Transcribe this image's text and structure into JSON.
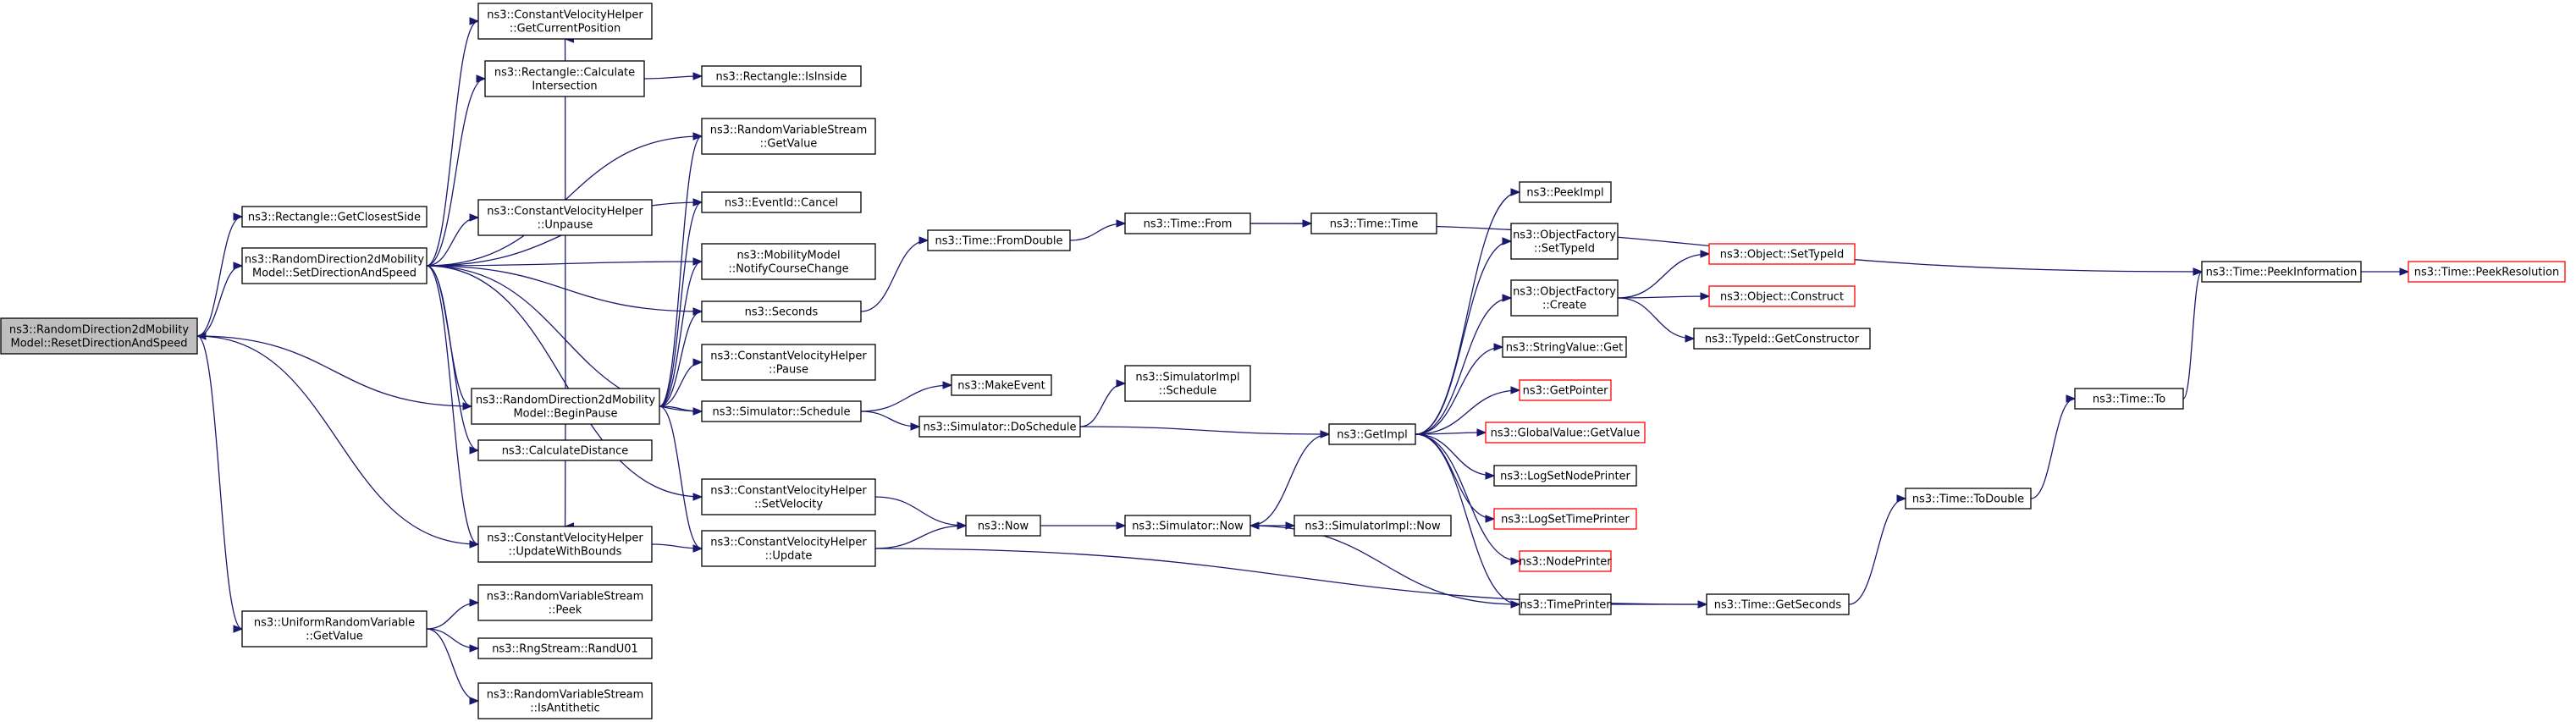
{
  "diagram": {
    "title": "",
    "colors": {
      "edge": "#191970",
      "root_fill": "#bfbfbf",
      "node_border": "#000000",
      "truncated_border": "#ff0000"
    },
    "nodes": [
      {
        "id": "root",
        "lines": [
          "ns3::RandomDirection2dMobility",
          "Model::ResetDirectionAndSpeed"
        ],
        "style": "root"
      },
      {
        "id": "getClosestSide",
        "lines": [
          "ns3::Rectangle::GetClosestSide"
        ]
      },
      {
        "id": "setDirSpeed",
        "lines": [
          "ns3::RandomDirection2dMobility",
          "Model::SetDirectionAndSpeed"
        ]
      },
      {
        "id": "urvGetValue",
        "lines": [
          "ns3::UniformRandomVariable",
          "::GetValue"
        ]
      },
      {
        "id": "cvhGetCurPos",
        "lines": [
          "ns3::ConstantVelocityHelper",
          "::GetCurrentPosition"
        ]
      },
      {
        "id": "rectCalcInt",
        "lines": [
          "ns3::Rectangle::Calculate",
          "Intersection"
        ]
      },
      {
        "id": "cvhUnpause",
        "lines": [
          "ns3::ConstantVelocityHelper",
          "::Unpause"
        ]
      },
      {
        "id": "beginPause",
        "lines": [
          "ns3::RandomDirection2dMobility",
          "Model::BeginPause"
        ]
      },
      {
        "id": "calcDistance",
        "lines": [
          "ns3::CalculateDistance"
        ]
      },
      {
        "id": "cvhUpdWB",
        "lines": [
          "ns3::ConstantVelocityHelper",
          "::UpdateWithBounds"
        ]
      },
      {
        "id": "rvsPeek",
        "lines": [
          "ns3::RandomVariableStream",
          "::Peek"
        ]
      },
      {
        "id": "randU01",
        "lines": [
          "ns3::RngStream::RandU01"
        ]
      },
      {
        "id": "rvsIsAnti",
        "lines": [
          "ns3::RandomVariableStream",
          "::IsAntithetic"
        ]
      },
      {
        "id": "rectIsInside",
        "lines": [
          "ns3::Rectangle::IsInside"
        ]
      },
      {
        "id": "rvsGetValue",
        "lines": [
          "ns3::RandomVariableStream",
          "::GetValue"
        ]
      },
      {
        "id": "eventCancel",
        "lines": [
          "ns3::EventId::Cancel"
        ]
      },
      {
        "id": "notifyCC",
        "lines": [
          "ns3::MobilityModel",
          "::NotifyCourseChange"
        ]
      },
      {
        "id": "seconds",
        "lines": [
          "ns3::Seconds"
        ]
      },
      {
        "id": "cvhPause",
        "lines": [
          "ns3::ConstantVelocityHelper",
          "::Pause"
        ]
      },
      {
        "id": "simSchedule",
        "lines": [
          "ns3::Simulator::Schedule"
        ]
      },
      {
        "id": "cvhSetVel",
        "lines": [
          "ns3::ConstantVelocityHelper",
          "::SetVelocity"
        ]
      },
      {
        "id": "cvhUpdate",
        "lines": [
          "ns3::ConstantVelocityHelper",
          "::Update"
        ]
      },
      {
        "id": "timeFromDouble",
        "lines": [
          "ns3::Time::FromDouble"
        ]
      },
      {
        "id": "makeEvent",
        "lines": [
          "ns3::MakeEvent"
        ]
      },
      {
        "id": "simDoSchedule",
        "lines": [
          "ns3::Simulator::DoSchedule"
        ]
      },
      {
        "id": "now",
        "lines": [
          "ns3::Now"
        ]
      },
      {
        "id": "timeFrom",
        "lines": [
          "ns3::Time::From"
        ]
      },
      {
        "id": "simImplSchedule",
        "lines": [
          "ns3::SimulatorImpl",
          "::Schedule"
        ]
      },
      {
        "id": "simNow",
        "lines": [
          "ns3::Simulator::Now"
        ]
      },
      {
        "id": "timeTime",
        "lines": [
          "ns3::Time::Time"
        ]
      },
      {
        "id": "simImplNow",
        "lines": [
          "ns3::SimulatorImpl::Now"
        ]
      },
      {
        "id": "getImpl",
        "lines": [
          "ns3::GetImpl"
        ]
      },
      {
        "id": "peekImpl",
        "lines": [
          "ns3::PeekImpl"
        ]
      },
      {
        "id": "ofSetTypeId",
        "lines": [
          "ns3::ObjectFactory",
          "::SetTypeId"
        ]
      },
      {
        "id": "ofCreate",
        "lines": [
          "ns3::ObjectFactory",
          "::Create"
        ]
      },
      {
        "id": "svGet",
        "lines": [
          "ns3::StringValue::Get"
        ]
      },
      {
        "id": "getPointer",
        "lines": [
          "ns3::GetPointer"
        ],
        "style": "red"
      },
      {
        "id": "gvGetValue",
        "lines": [
          "ns3::GlobalValue::GetValue"
        ],
        "style": "red"
      },
      {
        "id": "logSetNP",
        "lines": [
          "ns3::LogSetNodePrinter"
        ]
      },
      {
        "id": "logSetTP",
        "lines": [
          "ns3::LogSetTimePrinter"
        ],
        "style": "red"
      },
      {
        "id": "nodePrinter",
        "lines": [
          "ns3::NodePrinter"
        ],
        "style": "red"
      },
      {
        "id": "timePrinter",
        "lines": [
          "ns3::TimePrinter"
        ]
      },
      {
        "id": "objSetTypeId",
        "lines": [
          "ns3::Object::SetTypeId"
        ],
        "style": "red"
      },
      {
        "id": "objConstruct",
        "lines": [
          "ns3::Object::Construct"
        ],
        "style": "red"
      },
      {
        "id": "tidGetCtor",
        "lines": [
          "ns3::TypeId::GetConstructor"
        ]
      },
      {
        "id": "timeGetSeconds",
        "lines": [
          "ns3::Time::GetSeconds"
        ]
      },
      {
        "id": "timeToDouble",
        "lines": [
          "ns3::Time::ToDouble"
        ]
      },
      {
        "id": "timeTo",
        "lines": [
          "ns3::Time::To"
        ]
      },
      {
        "id": "timePeekInfo",
        "lines": [
          "ns3::Time::PeekInformation"
        ]
      },
      {
        "id": "timePeekRes",
        "lines": [
          "ns3::Time::PeekResolution"
        ],
        "style": "red"
      }
    ],
    "edges": [
      [
        "root",
        "getClosestSide"
      ],
      [
        "root",
        "setDirSpeed"
      ],
      [
        "root",
        "urvGetValue"
      ],
      [
        "root",
        "cvhUpdWB"
      ],
      [
        "setDirSpeed",
        "cvhGetCurPos"
      ],
      [
        "setDirSpeed",
        "rectCalcInt"
      ],
      [
        "setDirSpeed",
        "rvsGetValue"
      ],
      [
        "setDirSpeed",
        "eventCancel"
      ],
      [
        "setDirSpeed",
        "cvhUnpause"
      ],
      [
        "setDirSpeed",
        "notifyCC"
      ],
      [
        "setDirSpeed",
        "seconds"
      ],
      [
        "setDirSpeed",
        "beginPause"
      ],
      [
        "setDirSpeed",
        "simSchedule"
      ],
      [
        "setDirSpeed",
        "calcDistance"
      ],
      [
        "setDirSpeed",
        "cvhSetVel"
      ],
      [
        "setDirSpeed",
        "cvhUpdWB"
      ],
      [
        "beginPause",
        "root"
      ],
      [
        "beginPause",
        "cvhGetCurPos"
      ],
      [
        "beginPause",
        "rvsGetValue"
      ],
      [
        "beginPause",
        "eventCancel"
      ],
      [
        "beginPause",
        "notifyCC"
      ],
      [
        "beginPause",
        "seconds"
      ],
      [
        "beginPause",
        "cvhPause"
      ],
      [
        "beginPause",
        "simSchedule"
      ],
      [
        "beginPause",
        "cvhUpdate"
      ],
      [
        "beginPause",
        "cvhUpdWB"
      ],
      [
        "urvGetValue",
        "rvsPeek"
      ],
      [
        "urvGetValue",
        "randU01"
      ],
      [
        "urvGetValue",
        "rvsIsAnti"
      ],
      [
        "rectCalcInt",
        "rectIsInside"
      ],
      [
        "cvhUpdWB",
        "cvhUpdate"
      ],
      [
        "seconds",
        "timeFromDouble"
      ],
      [
        "simSchedule",
        "makeEvent"
      ],
      [
        "simSchedule",
        "simDoSchedule"
      ],
      [
        "cvhSetVel",
        "now"
      ],
      [
        "cvhUpdate",
        "now"
      ],
      [
        "cvhUpdate",
        "timeGetSeconds"
      ],
      [
        "timeFromDouble",
        "timeFrom"
      ],
      [
        "simDoSchedule",
        "simImplSchedule"
      ],
      [
        "simDoSchedule",
        "getImpl"
      ],
      [
        "now",
        "simNow"
      ],
      [
        "timeFrom",
        "timeTime"
      ],
      [
        "timeFrom",
        "timePeekInfo"
      ],
      [
        "simNow",
        "simImplNow"
      ],
      [
        "simNow",
        "getImpl"
      ],
      [
        "getImpl",
        "peekImpl"
      ],
      [
        "getImpl",
        "ofSetTypeId"
      ],
      [
        "getImpl",
        "ofCreate"
      ],
      [
        "getImpl",
        "svGet"
      ],
      [
        "getImpl",
        "getPointer"
      ],
      [
        "getImpl",
        "gvGetValue"
      ],
      [
        "getImpl",
        "logSetNP"
      ],
      [
        "getImpl",
        "logSetTP"
      ],
      [
        "getImpl",
        "nodePrinter"
      ],
      [
        "getImpl",
        "timePrinter"
      ],
      [
        "timePrinter",
        "simNow"
      ],
      [
        "timePrinter",
        "timeGetSeconds"
      ],
      [
        "ofCreate",
        "objSetTypeId"
      ],
      [
        "ofCreate",
        "objConstruct"
      ],
      [
        "ofCreate",
        "tidGetCtor"
      ],
      [
        "timeGetSeconds",
        "timeToDouble"
      ],
      [
        "timeToDouble",
        "timeTo"
      ],
      [
        "timeTo",
        "timePeekInfo"
      ],
      [
        "timePeekInfo",
        "timePeekRes"
      ]
    ]
  }
}
